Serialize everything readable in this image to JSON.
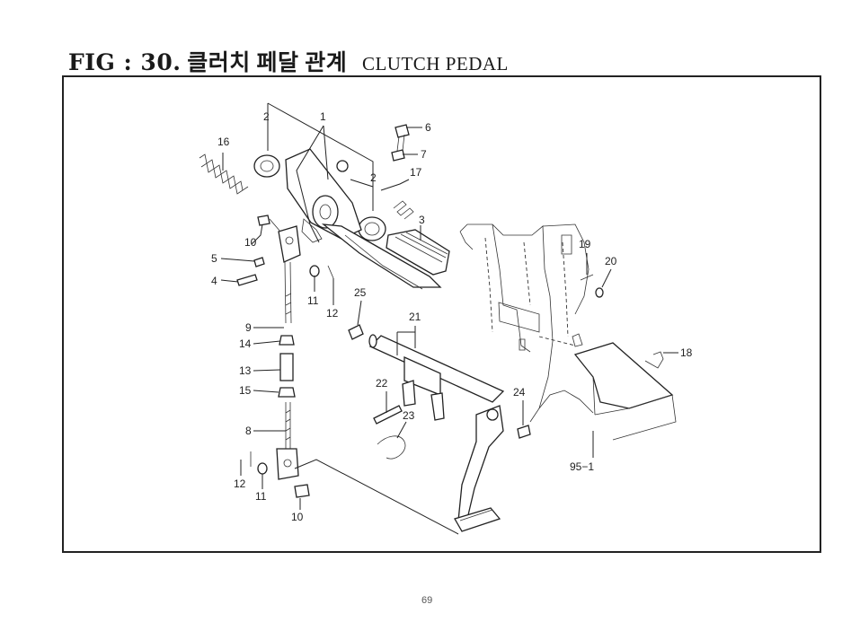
{
  "header": {
    "fig_label": "FIG : 30.",
    "korean_title": "클러치 페달 관계",
    "english_title": "CLUTCH PEDAL"
  },
  "page_number": "69",
  "callouts": [
    {
      "id": "c1",
      "text": "1"
    },
    {
      "id": "c2a",
      "text": "2"
    },
    {
      "id": "c2b",
      "text": "2"
    },
    {
      "id": "c3",
      "text": "3"
    },
    {
      "id": "c4",
      "text": "4"
    },
    {
      "id": "c5",
      "text": "5"
    },
    {
      "id": "c6",
      "text": "6"
    },
    {
      "id": "c7",
      "text": "7"
    },
    {
      "id": "c8",
      "text": "8"
    },
    {
      "id": "c9",
      "text": "9"
    },
    {
      "id": "c10a",
      "text": "10"
    },
    {
      "id": "c10b",
      "text": "10"
    },
    {
      "id": "c11a",
      "text": "11"
    },
    {
      "id": "c11b",
      "text": "11"
    },
    {
      "id": "c12a",
      "text": "12"
    },
    {
      "id": "c12b",
      "text": "12"
    },
    {
      "id": "c13",
      "text": "13"
    },
    {
      "id": "c14",
      "text": "14"
    },
    {
      "id": "c15",
      "text": "15"
    },
    {
      "id": "c16",
      "text": "16"
    },
    {
      "id": "c17",
      "text": "17"
    },
    {
      "id": "c18",
      "text": "18"
    },
    {
      "id": "c19",
      "text": "19"
    },
    {
      "id": "c20",
      "text": "20"
    },
    {
      "id": "c21",
      "text": "21"
    },
    {
      "id": "c22",
      "text": "22"
    },
    {
      "id": "c23",
      "text": "23"
    },
    {
      "id": "c24",
      "text": "24"
    },
    {
      "id": "c25",
      "text": "25"
    },
    {
      "id": "c95",
      "text": "95−1"
    }
  ]
}
